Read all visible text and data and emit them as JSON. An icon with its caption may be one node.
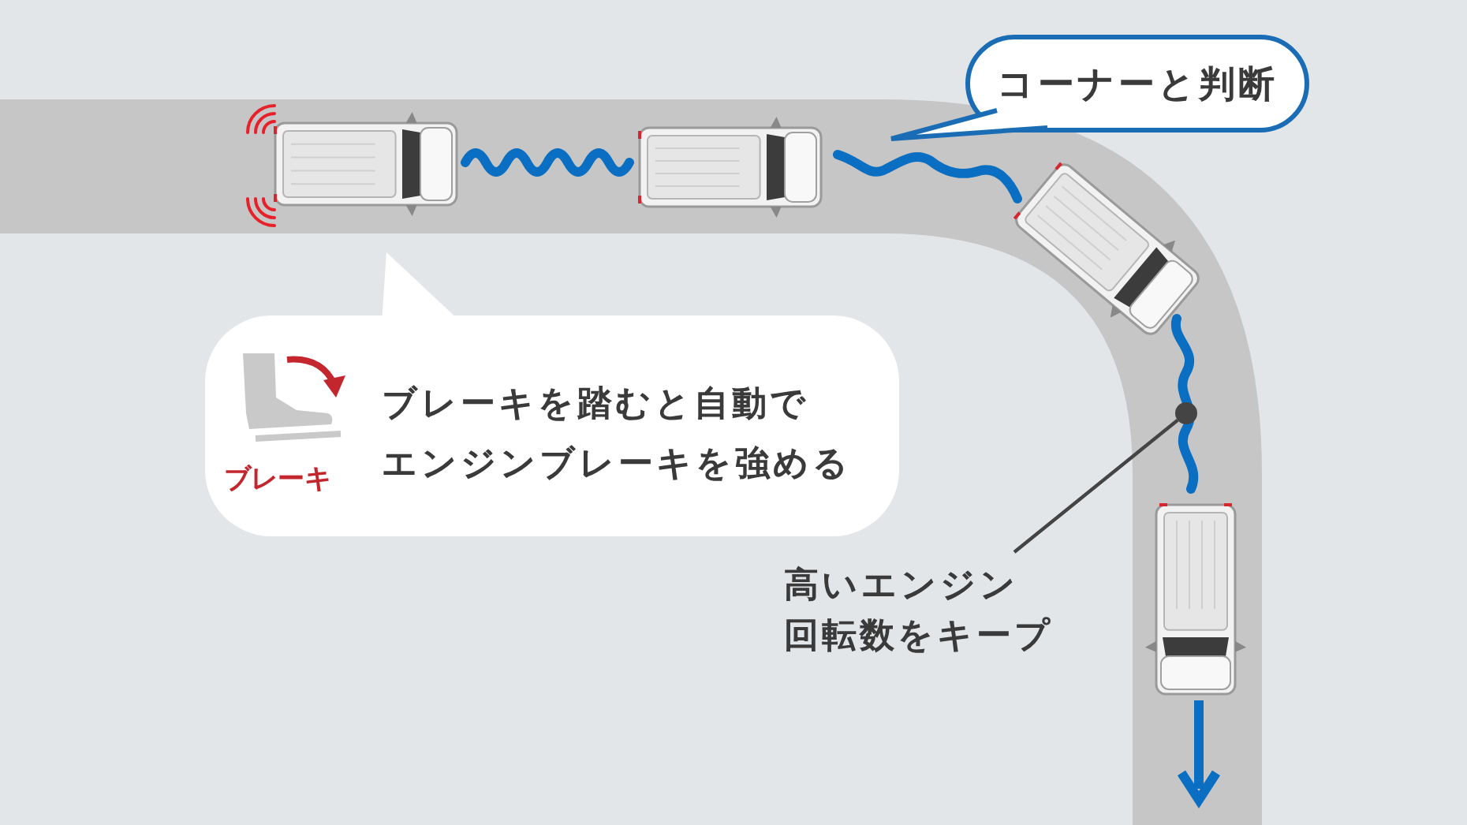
{
  "diagram": {
    "nodes": [
      {
        "text": [
          "コーナーと判断"
        ]
      },
      {
        "text": [
          "ブレーキ",
          "ブレーキを踏むと自動でエンジンブレーキを強める"
        ]
      },
      {
        "text": [
          "高いエンジン回転数をキープ"
        ]
      },
      {
        "text": [],
        "shape": "circle"
      }
    ],
    "edges": [
      {
        "from": 2,
        "to": 3,
        "arrow": "none"
      }
    ]
  }
}
